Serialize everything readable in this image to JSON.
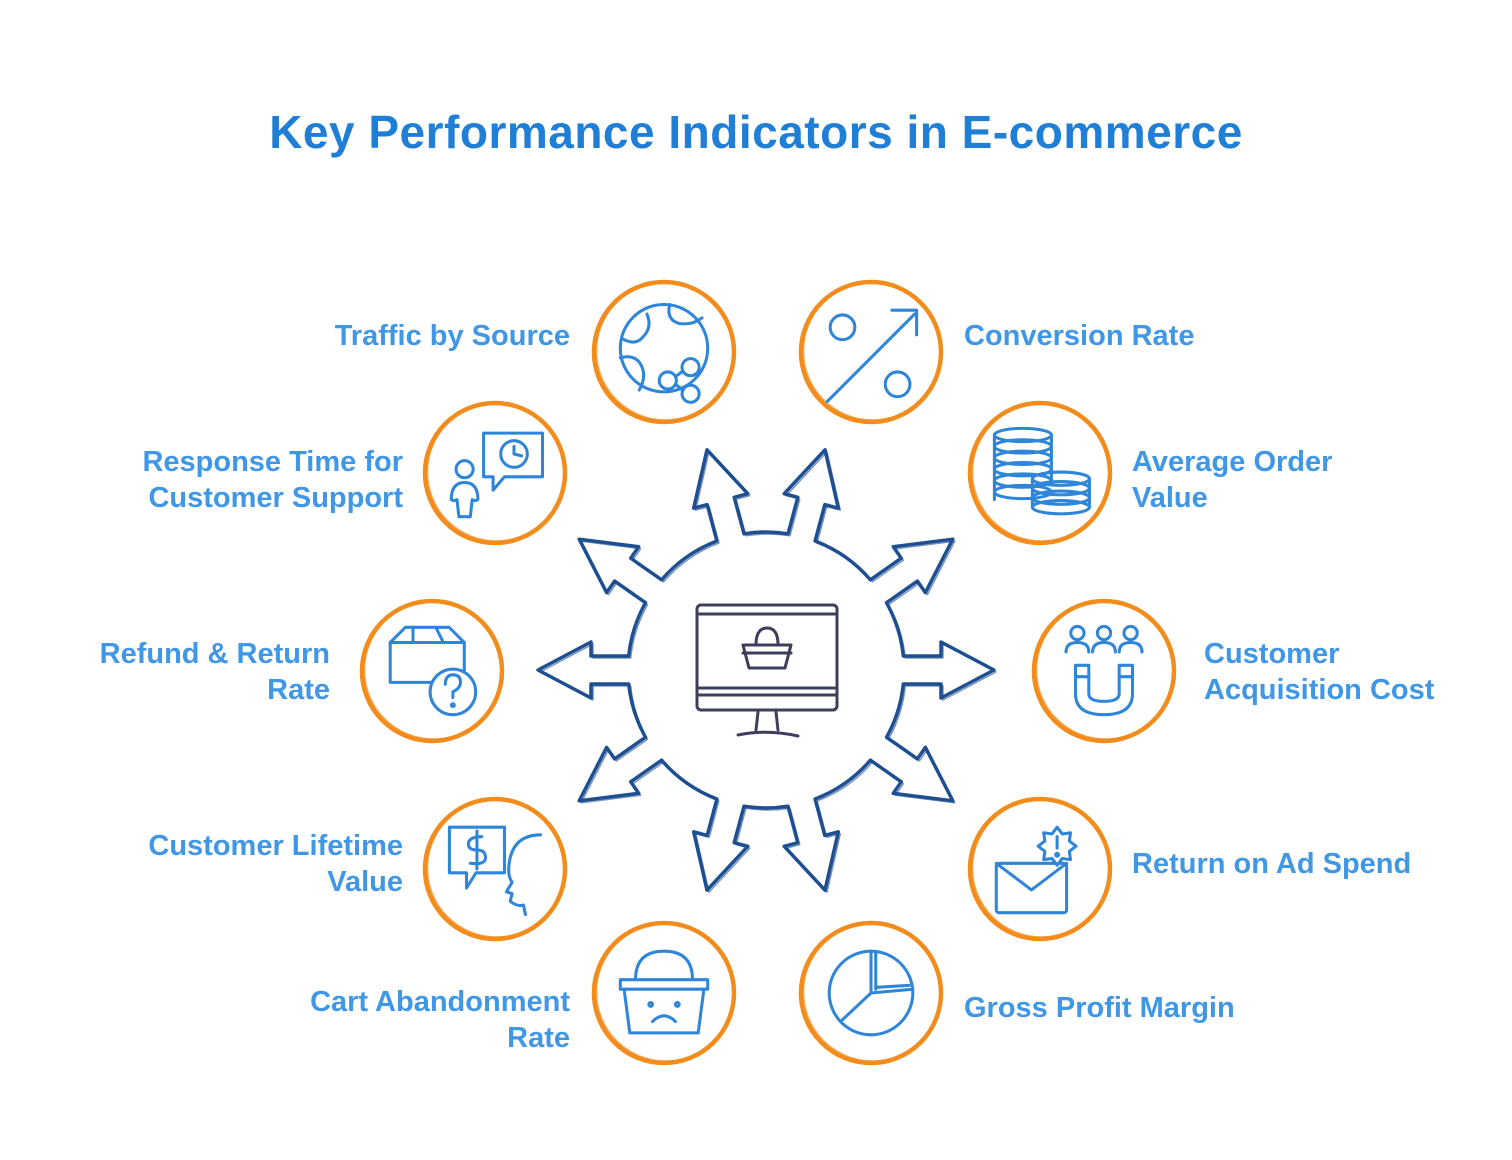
{
  "title": "Key Performance Indicators in E-commerce",
  "colors": {
    "title": "#1f7ed6",
    "label": "#3f97e6",
    "ring": "#f28c1c",
    "icon": "#2f86d8",
    "hub": "#1d4f91",
    "monitor": "#3d3d5c"
  },
  "center": {
    "icon": "monitor-shopping-basket-icon"
  },
  "kpis": [
    {
      "id": "traffic",
      "lines": [
        "Traffic by Source"
      ],
      "icon": "globe-share-icon"
    },
    {
      "id": "conversion",
      "lines": [
        "Conversion Rate"
      ],
      "icon": "percent-arrow-icon"
    },
    {
      "id": "response",
      "lines": [
        "Response Time for",
        "Customer Support"
      ],
      "icon": "person-clock-chat-icon"
    },
    {
      "id": "aov",
      "lines": [
        "Average Order",
        "Value"
      ],
      "icon": "coin-stacks-icon"
    },
    {
      "id": "refund",
      "lines": [
        "Refund & Return",
        "Rate"
      ],
      "icon": "box-question-icon"
    },
    {
      "id": "cac",
      "lines": [
        "Customer",
        "Acquisition Cost"
      ],
      "icon": "magnet-people-icon"
    },
    {
      "id": "clv",
      "lines": [
        "Customer Lifetime",
        "Value"
      ],
      "icon": "head-dollar-chat-icon"
    },
    {
      "id": "roas",
      "lines": [
        "Return on Ad Spend"
      ],
      "icon": "envelope-alert-icon"
    },
    {
      "id": "cart",
      "lines": [
        "Cart Abandonment",
        "Rate"
      ],
      "icon": "sad-basket-icon"
    },
    {
      "id": "gpm",
      "lines": [
        "Gross Profit Margin"
      ],
      "icon": "pie-chart-icon"
    }
  ]
}
